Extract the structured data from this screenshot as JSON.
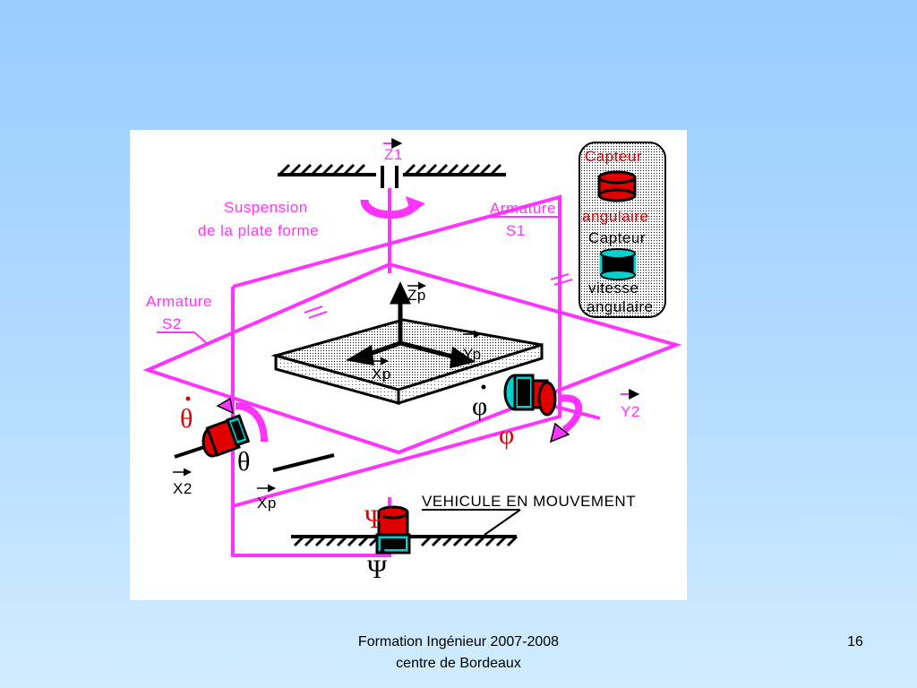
{
  "diagram": {
    "labels": {
      "z1": "Z1",
      "suspension_line1": "Suspension",
      "suspension_line2": "de la plate forme",
      "armature_s1_line1": "Armature",
      "armature_s1_line2": "S1",
      "armature_s2_line1": "Armature",
      "armature_s2_line2": "S2",
      "zp": "Zp",
      "yp": "Yp",
      "xp_platform": "Xp",
      "xp_axis": "Xp",
      "y2": "Y2",
      "x2": "X2",
      "theta_dot": "θ",
      "theta": "θ",
      "phi_dot": "φ",
      "phi": "φ",
      "psi": "Ψ",
      "psi_dot": "Ψ",
      "vehicle": "VEHICULE EN MOUVEMENT"
    },
    "legend": {
      "angle_sensor_line1": "Capteur",
      "angle_sensor_line2": "angulaire",
      "speed_sensor_line1": "Capteur",
      "speed_sensor_line2": "vitesse",
      "speed_sensor_line3": "angulaire"
    },
    "colors": {
      "frame": "#ff33ff",
      "frame_label": "#ff33ff",
      "angle_sensor": "#e00000",
      "speed_sensor": "#00d0d0",
      "ink": "#000000"
    }
  },
  "footer": {
    "line1": "Formation Ingénieur 2007-2008",
    "line2": "centre de Bordeaux",
    "page_number": "16"
  }
}
